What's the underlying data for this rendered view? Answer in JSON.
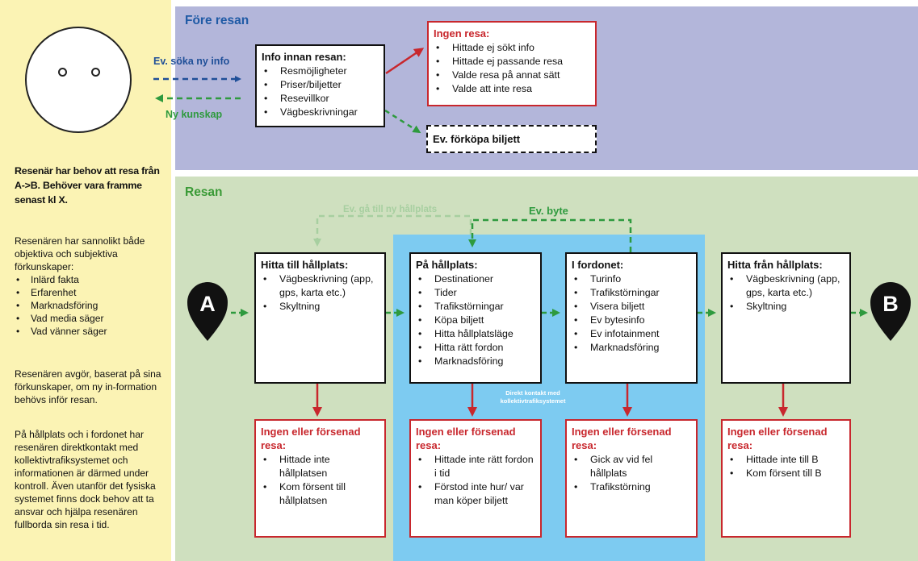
{
  "traveler": {
    "need": "Resenär har behov att resa från A->B. Behöver vara framme senast kl X.",
    "prior_knowledge_intro": "Resenären har sannolikt både objektiva och subjektiva förkunskaper:",
    "prior_knowledge": [
      "Inlärd fakta",
      "Erfarenhet",
      "Marknadsföring",
      "Vad media säger",
      "Vad vänner säger"
    ],
    "decision": "Resenären avgör, baserat på sina förkunskaper, om ny in-formation behövs inför resan.",
    "control": "På hållplats och i fordonet har resenären direktkontakt med kollektivtrafiksystemet och informationen är därmed under kontroll. Även utanför det fysiska systemet finns dock behov att ta ansvar och hjälpa resenären fullborda sin resa i tid."
  },
  "before": {
    "title": "Före resan",
    "search_label": "Ev. söka ny info",
    "knowledge_label": "Ny kunskap",
    "info_box": {
      "title": "Info innan resan:",
      "items": [
        "Resmöjligheter",
        "Priser/biljetter",
        "Resevillkor",
        "Vägbeskrivningar"
      ]
    },
    "no_trip_box": {
      "title": "Ingen resa:",
      "items": [
        "Hittade ej sökt info",
        "Hittade ej passande resa",
        "Valde resa på annat sätt",
        "Valde att inte resa"
      ]
    },
    "prebuy_box": {
      "title": "Ev. förköpa biljett"
    }
  },
  "journey": {
    "title": "Resan",
    "start_marker": "A",
    "end_marker": "B",
    "new_stop_label": "Ev. gå till ny hållplats",
    "transfer_label": "Ev. byte",
    "direct_contact": "Direkt kontakt med kollektivtrafiksystemet",
    "steps": [
      {
        "title": "Hitta till hållplats:",
        "items": [
          "Vägbeskrivning (app, gps, karta etc.)",
          "Skyltning"
        ]
      },
      {
        "title": "På hållplats:",
        "items": [
          "Destinationer",
          "Tider",
          "Trafikstörningar",
          "Köpa biljett",
          "Hitta hållplatsläge",
          "Hitta rätt fordon",
          "Marknadsföring"
        ]
      },
      {
        "title": "I fordonet:",
        "items": [
          "Turinfo",
          "Trafikstörningar",
          "Visera biljett",
          "Ev bytesinfo",
          "Ev infotainment",
          "Marknadsföring"
        ]
      },
      {
        "title": "Hitta från hållplats:",
        "items": [
          "Vägbeskrivning (app, gps, karta etc.)",
          "Skyltning"
        ]
      }
    ],
    "failures": [
      {
        "title": "Ingen eller försenad resa:",
        "items": [
          "Hittade inte hållplatsen",
          "Kom försent till hållplatsen"
        ]
      },
      {
        "title": "Ingen eller försenad resa:",
        "items": [
          "Hittade inte rätt fordon i tid",
          "Förstod inte hur/ var man köper biljett"
        ]
      },
      {
        "title": "Ingen eller försenad resa:",
        "items": [
          "Gick av vid fel hållplats",
          "Trafikstörning"
        ]
      },
      {
        "title": "Ingen eller försenad resa:",
        "items": [
          "Hittade inte till B",
          "Kom försent till B"
        ]
      }
    ]
  },
  "colors": {
    "red": "#c8272d",
    "green": "#2e9a3e",
    "light_green": "#a7cfa0",
    "blue_arrow": "#1f4f98",
    "section_title_blue": "#1f5aa5",
    "section_title_green": "#3a9a36"
  }
}
